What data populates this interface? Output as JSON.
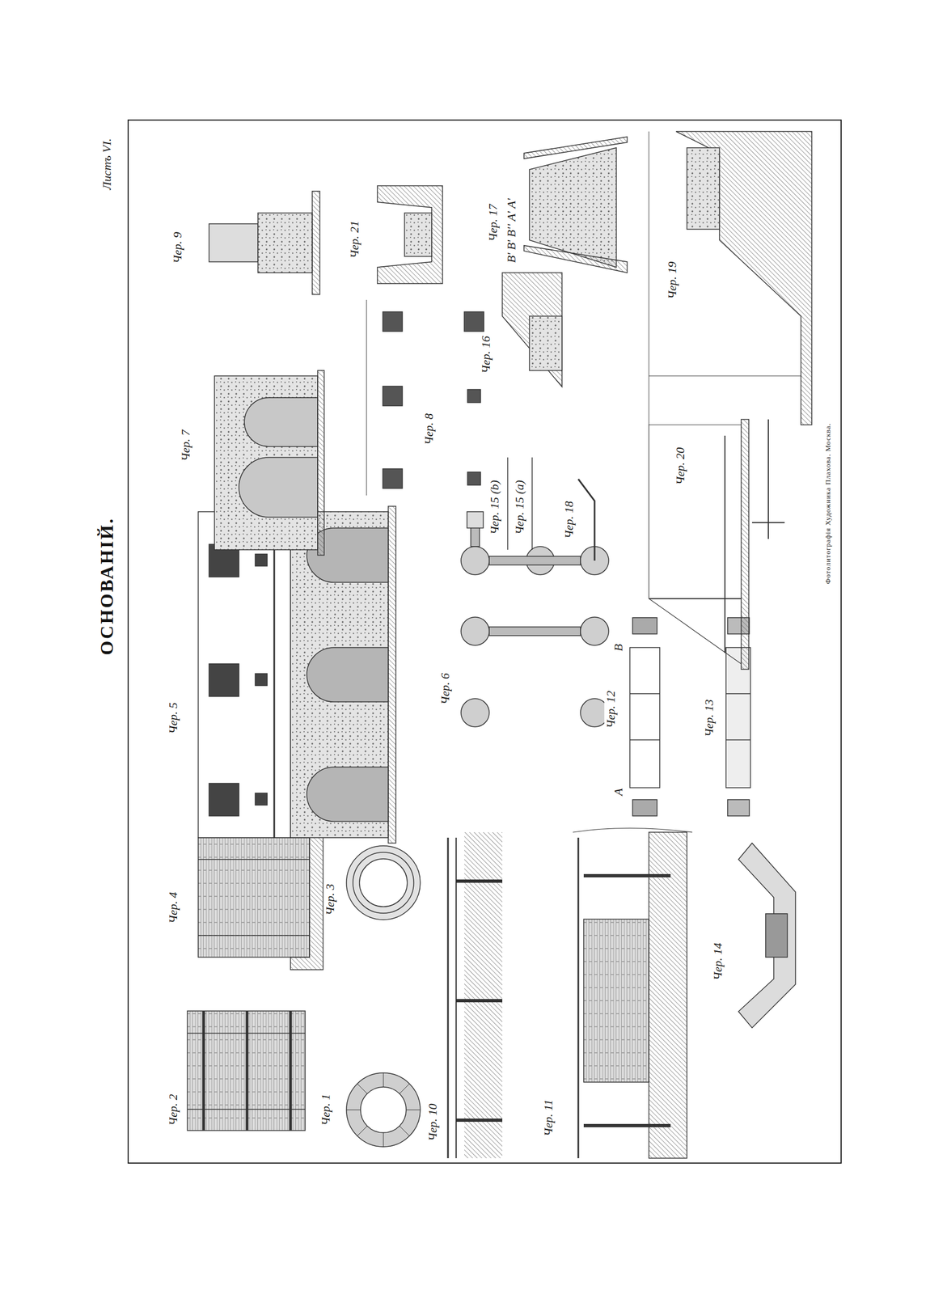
{
  "diagram": {
    "title": "ОСНОВАНІЙ.",
    "labels": [
      "Листъ VI.",
      "Чер. 1",
      "Чер. 2",
      "Чер. 3",
      "Чер. 4",
      "Чер. 5",
      "Чер. 6",
      "Чер. 7",
      "Чер. 8",
      "Чер. 9",
      "Чер. 10",
      "Чер. 11",
      "Чер. 12",
      "Чер. 13",
      "Чер. 14",
      "Чер. 15 (b)",
      "Чер. 15 (a)",
      "Чер. 16",
      "Чер. 17",
      "Чер. 18",
      "Чер. 19",
      "Чер. 20",
      "Чер. 21",
      "А",
      "В",
      "А' А' А'",
      "В' В' В'",
      "Фотолитографія Художника Плахова. Москва."
    ]
  }
}
